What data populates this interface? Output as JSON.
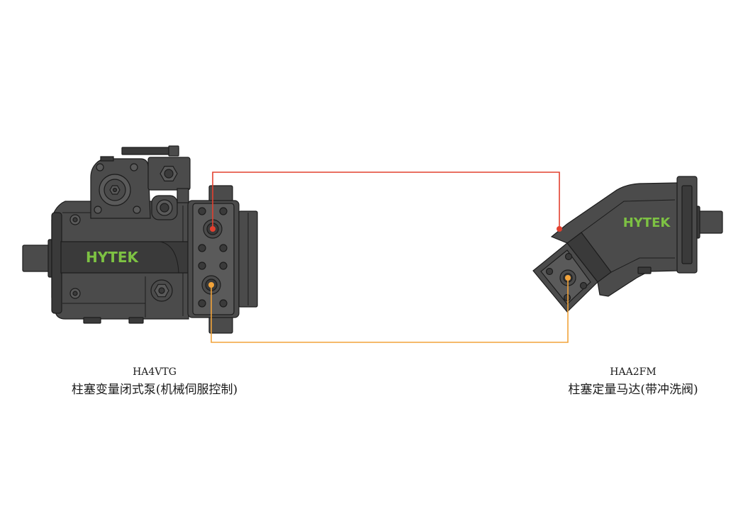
{
  "diagram": {
    "pump": {
      "model": "HA4VTG",
      "type_label": "柱塞变量闭式泵(机械伺服控制)",
      "brand": "HYTEK"
    },
    "motor": {
      "model": "HAA2FM",
      "type_label": "柱塞定量马达(带冲洗阀)",
      "brand": "HYTEK"
    },
    "colors": {
      "background": "#ffffff",
      "body": "#4b4b4b",
      "body_dark": "#3a3a3a",
      "body_light": "#5a5a5a",
      "outline": "#1c1c1c",
      "brand": "#7dc243",
      "high_pressure_line": "#e2402f",
      "low_pressure_line": "#f2a33a",
      "label_text": "#1a1a1a"
    }
  }
}
